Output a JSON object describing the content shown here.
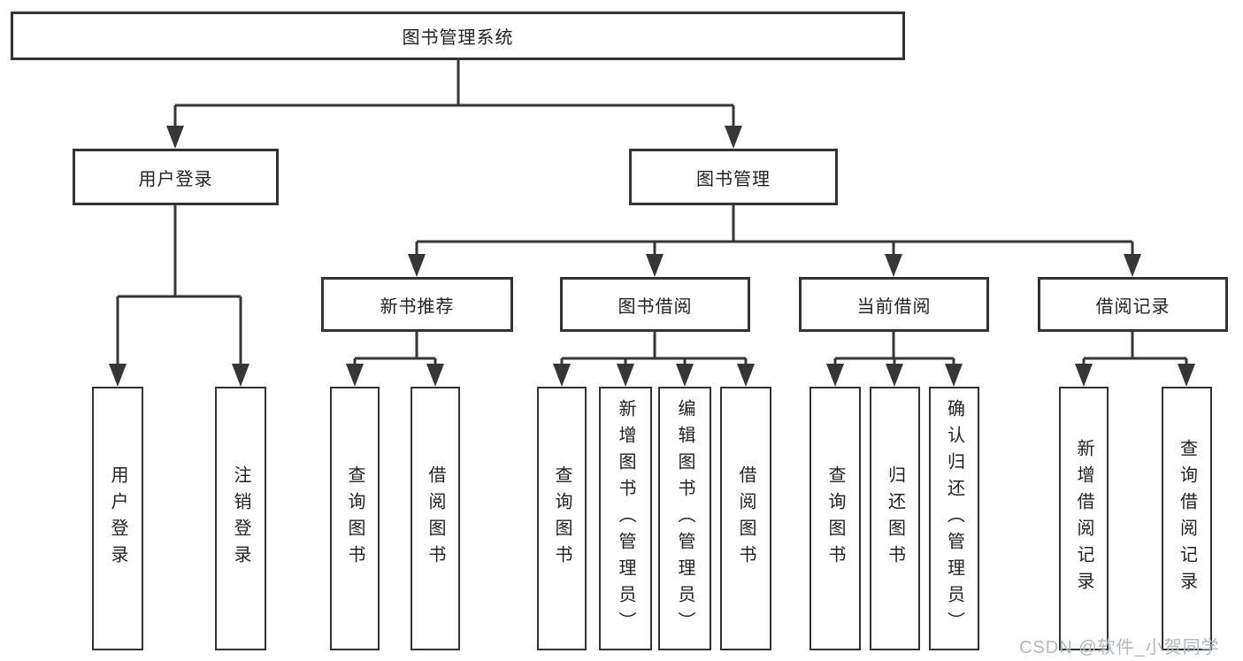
{
  "diagram": {
    "root": {
      "label": "图书管理系统",
      "children": [
        {
          "label": "用户登录",
          "children": [
            {
              "label": "用户登录"
            },
            {
              "label": "注销登录"
            }
          ]
        },
        {
          "label": "图书管理",
          "children": [
            {
              "label": "新书推荐",
              "children": [
                {
                  "label": "查询图书"
                },
                {
                  "label": "借阅图书"
                }
              ]
            },
            {
              "label": "图书借阅",
              "children": [
                {
                  "label": "查询图书"
                },
                {
                  "label": "新增图书（管理员）"
                },
                {
                  "label": "编辑图书（管理员）"
                },
                {
                  "label": "借阅图书"
                }
              ]
            },
            {
              "label": "当前借阅",
              "children": [
                {
                  "label": "查询图书"
                },
                {
                  "label": "归还图书"
                },
                {
                  "label": "确认归还（管理员）"
                }
              ]
            },
            {
              "label": "借阅记录",
              "children": [
                {
                  "label": "新增借阅记录"
                },
                {
                  "label": "查询借阅记录"
                }
              ]
            }
          ]
        }
      ]
    }
  },
  "watermark": "CSDN @软件_小贺同学",
  "colors": {
    "line": "#363636",
    "box_border": "#333333",
    "box_bg": "#ffffff",
    "text": "#222222",
    "watermark_text": "#b4b7bb"
  }
}
